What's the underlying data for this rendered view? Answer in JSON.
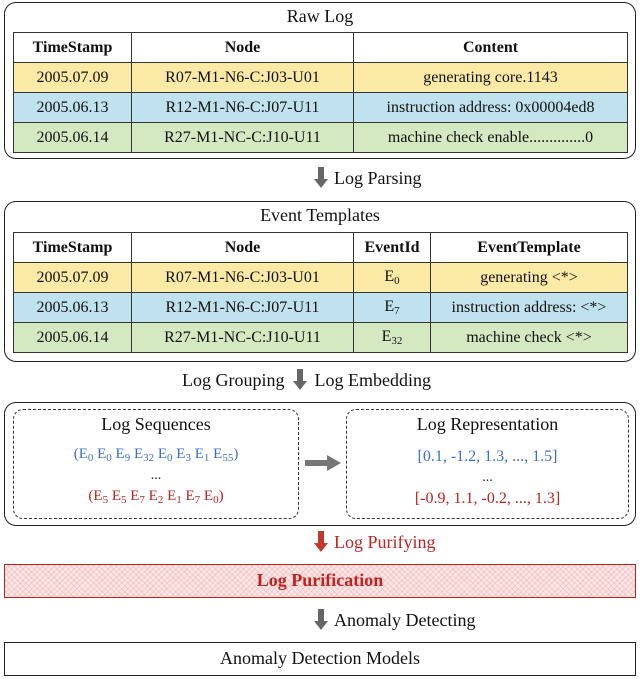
{
  "raw_log": {
    "title": "Raw Log",
    "headers": [
      "TimeStamp",
      "Node",
      "Content"
    ],
    "rows": [
      {
        "time": "2005.07.09",
        "node": "R07-M1-N6-C:J03-U01",
        "content": "generating core.1143"
      },
      {
        "time": "2005.06.13",
        "node": "R12-M1-N6-C:J07-U11",
        "content": "instruction address: 0x00004ed8"
      },
      {
        "time": "2005.06.14",
        "node": "R27-M1-NC-C:J10-U11",
        "content": "machine check enable..............0"
      }
    ]
  },
  "step_parsing": "Log Parsing",
  "event_templates": {
    "title": "Event Templates",
    "headers": [
      "TimeStamp",
      "Node",
      "EventId",
      "EventTemplate"
    ],
    "rows": [
      {
        "time": "2005.07.09",
        "node": "R07-M1-N6-C:J03-U01",
        "eid": "E",
        "eid_sub": "0",
        "template": "generating  <*>"
      },
      {
        "time": "2005.06.13",
        "node": "R12-M1-N6-C:J07-U11",
        "eid": "E",
        "eid_sub": "7",
        "template": "instruction address: <*>"
      },
      {
        "time": "2005.06.14",
        "node": "R27-M1-NC-C:J10-U11",
        "eid": "E",
        "eid_sub": "32",
        "template": "machine check <*>"
      }
    ]
  },
  "step_grouping": "Log Grouping",
  "step_embedding": "Log Embedding",
  "sequences": {
    "title": "Log Sequences",
    "seq1": [
      "0",
      "0",
      "9",
      "32",
      "0",
      "3",
      "1",
      "55"
    ],
    "seq2": [
      "5",
      "5",
      "7",
      "2",
      "1",
      "7",
      "0"
    ],
    "ellipsis": "..."
  },
  "representation": {
    "title": "Log Representation",
    "vec1": "[0.1,  -1.2,  1.3,  ...,  1.5]",
    "vec2": "[-0.9,  1.1,  -0.2,  ...,  1.3]",
    "ellipsis": "..."
  },
  "step_purifying": "Log Purifying",
  "purification": "Log Purification",
  "step_detecting": "Anomaly Detecting",
  "models": "Anomaly Detection Models",
  "colors": {
    "row1": "#fbe9a6",
    "row2": "#bfe2ee",
    "row3": "#d4e8c2",
    "seq_blue": "#3a6fd0",
    "accent_red": "#c0221f"
  }
}
